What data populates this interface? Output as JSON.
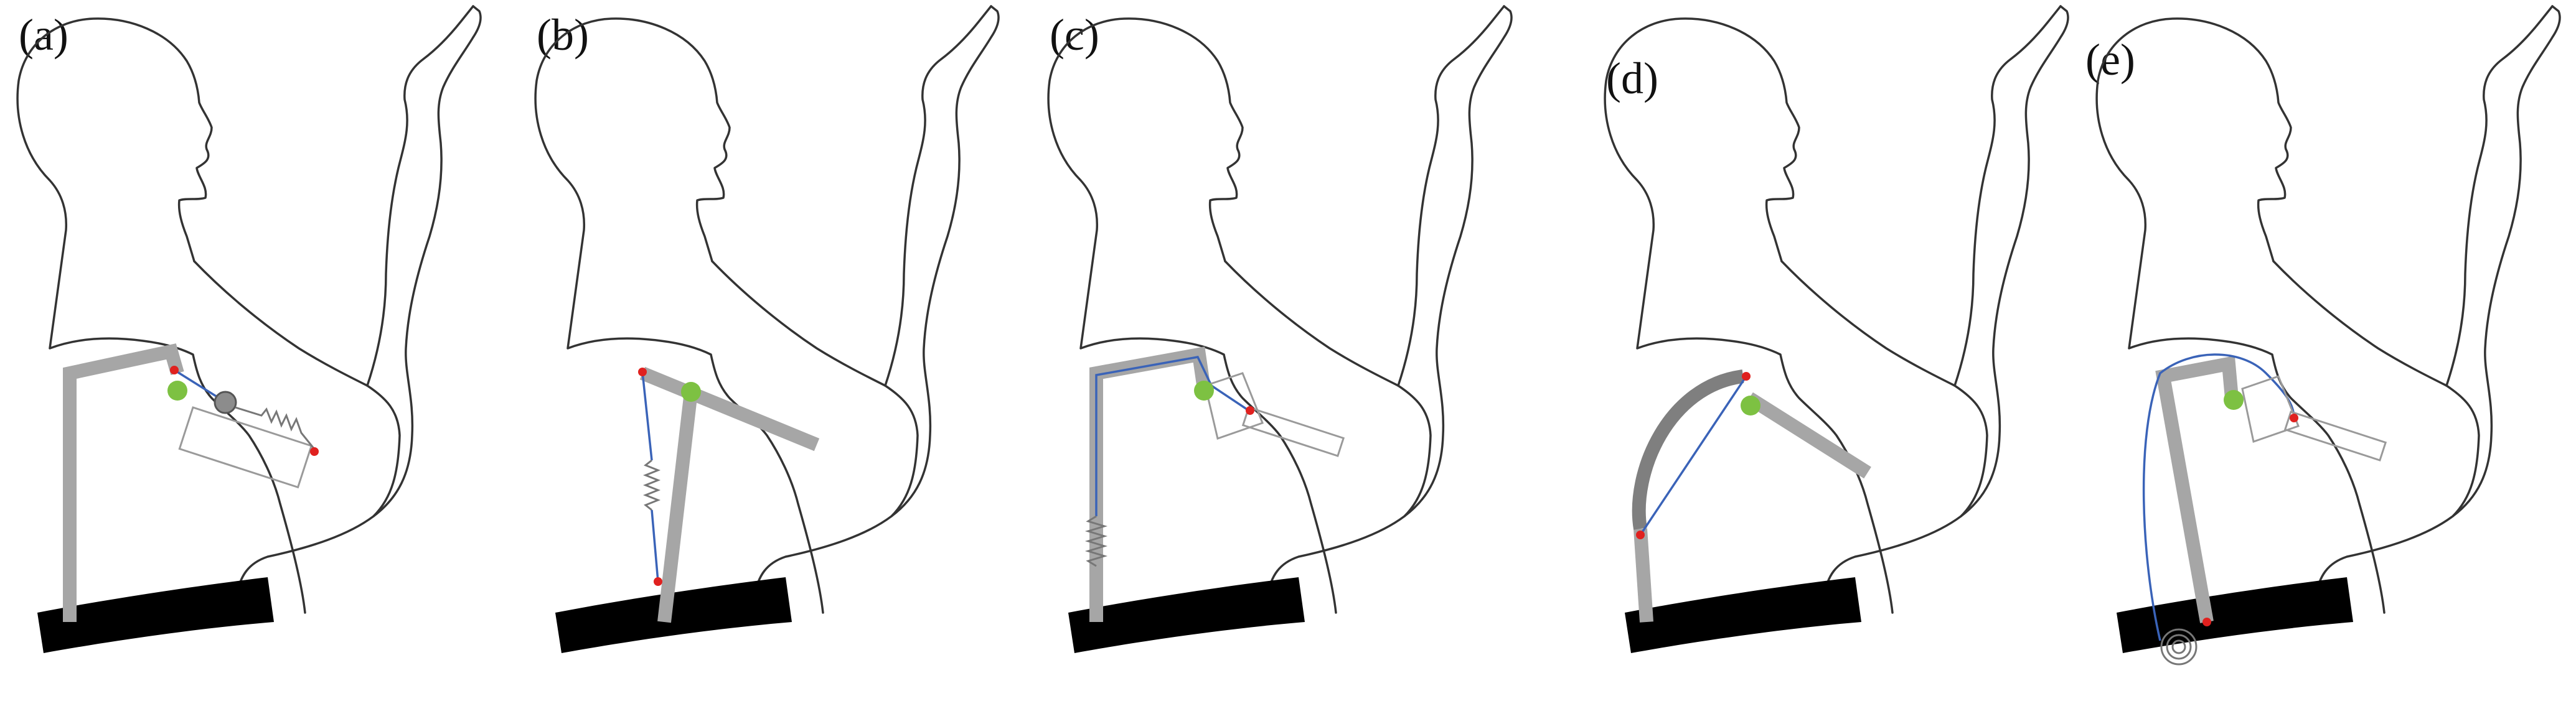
{
  "figure": {
    "panels": [
      {
        "id": "a",
        "label": "(a)"
      },
      {
        "id": "b",
        "label": "(b)"
      },
      {
        "id": "c",
        "label": "(c)"
      },
      {
        "id": "d",
        "label": "(d)"
      },
      {
        "id": "e",
        "label": "(e)"
      }
    ],
    "colors": {
      "outline": "#333333",
      "frame": "#a6a6a6",
      "frame_dark": "#7f7f7f",
      "belt": "#000000",
      "cable": "#3a63b8",
      "joint": "#7dc142",
      "anchor": "#e0211f",
      "spring": "#777777"
    },
    "icons": [
      "human-silhouette-icon",
      "spring-icon",
      "pulley-icon",
      "spiral-spring-icon"
    ]
  }
}
